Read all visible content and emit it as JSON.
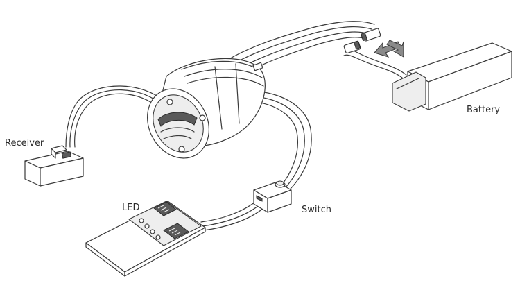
{
  "labels": {
    "receiver": "Receiver",
    "led": "LED",
    "switch": "Switch",
    "battery": "Battery"
  },
  "colors": {
    "line": "#3a3a3a",
    "background": "#ffffff",
    "arrow_fill": "#8a8a8a"
  }
}
